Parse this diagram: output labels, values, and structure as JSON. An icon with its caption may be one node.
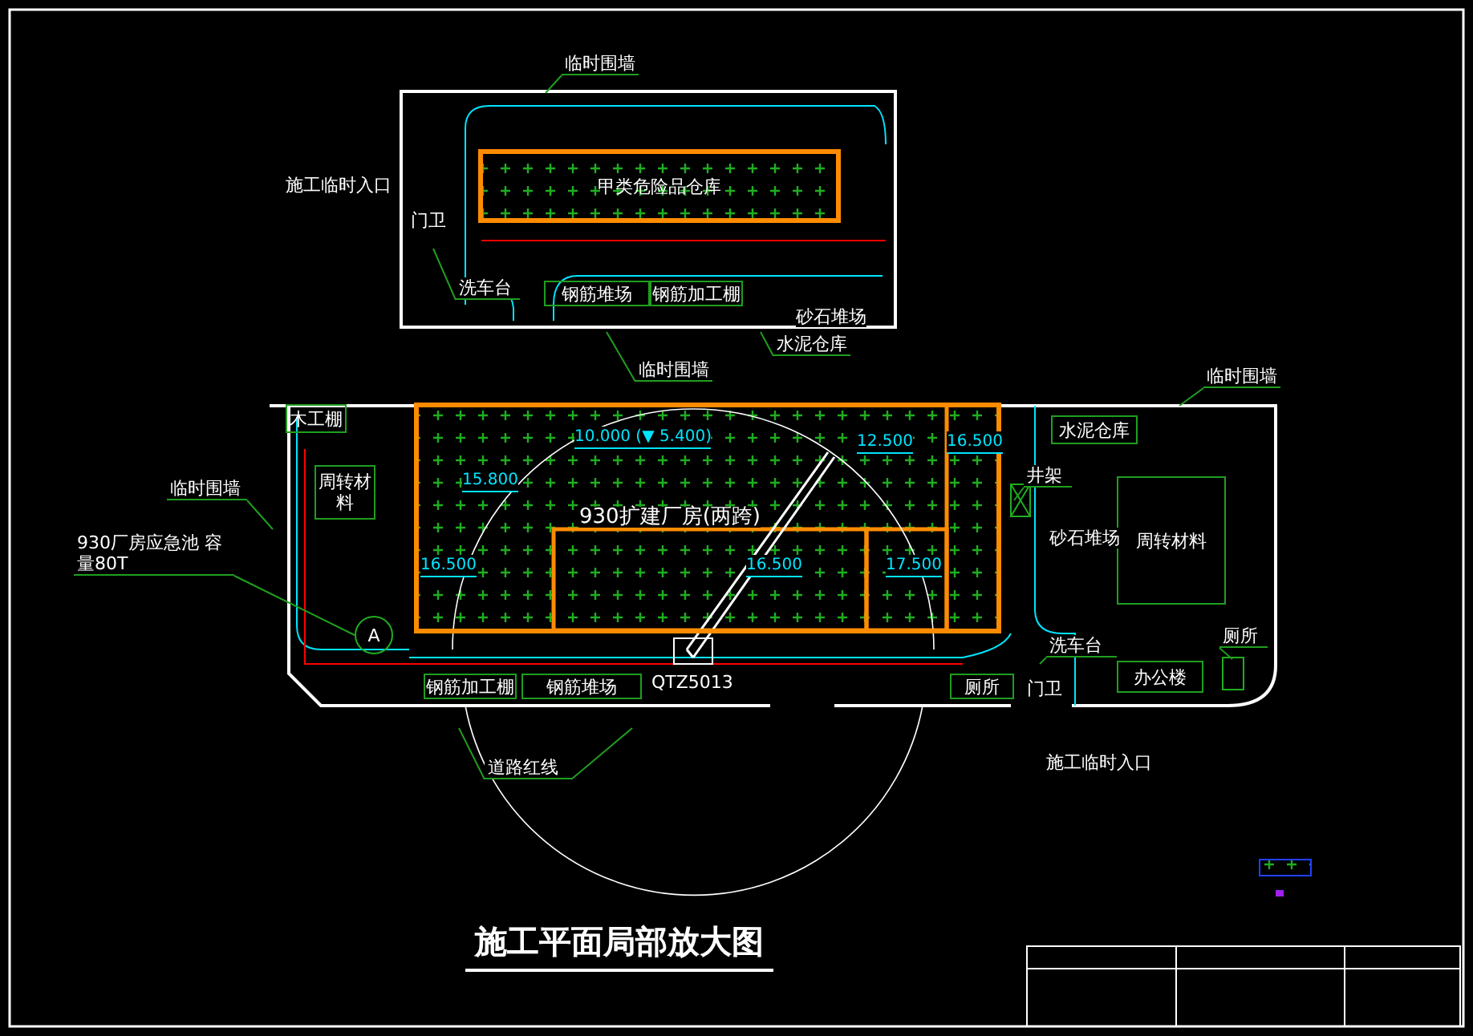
{
  "diagram": {
    "title": "施工平面局部放大图",
    "nodes": [
      {
        "text": [
          "甲类危险品仓库"
        ]
      },
      {
        "text": [
          "钢筋堆场"
        ]
      },
      {
        "text": [
          "钢筋加工棚"
        ]
      },
      {
        "text": [
          "木工棚"
        ]
      },
      {
        "text": [
          "周转材料"
        ]
      },
      {
        "text": [
          "930扩建厂房(两跨)"
        ]
      },
      {
        "text": [
          "钢筋加工棚"
        ]
      },
      {
        "text": [
          "钢筋堆场"
        ]
      },
      {
        "text": [
          "水泥仓库"
        ]
      },
      {
        "text": [
          "周转材料"
        ]
      },
      {
        "text": [
          "办公楼"
        ]
      },
      {
        "text": [
          "厕所"
        ]
      },
      {
        "text": [
          "临时围墙"
        ]
      },
      {
        "text": [
          "临时围墙"
        ]
      },
      {
        "text": [
          "临时围墙"
        ]
      },
      {
        "text": [
          "临时围墙"
        ]
      },
      {
        "text": [
          "水泥仓库"
        ]
      },
      {
        "text": [
          "洗车台"
        ]
      },
      {
        "text": [
          "洗车台"
        ]
      },
      {
        "text": [
          "井架"
        ]
      },
      {
        "text": [
          "厕所"
        ]
      },
      {
        "text": [
          "道路红线"
        ]
      },
      {
        "text": [
          "930厂房应急池 容量80T"
        ]
      },
      {
        "text": [
          "A"
        ]
      }
    ],
    "edges": [
      {
        "from": 12,
        "to": null,
        "arrow": "none"
      },
      {
        "from": 13,
        "to": null,
        "arrow": "none"
      },
      {
        "from": 14,
        "to": null,
        "arrow": "none"
      },
      {
        "from": 15,
        "to": null,
        "arrow": "none"
      },
      {
        "from": 16,
        "to": null,
        "arrow": "none"
      },
      {
        "from": 17,
        "to": null,
        "arrow": "none"
      },
      {
        "from": 18,
        "to": null,
        "arrow": "none"
      },
      {
        "from": 19,
        "to": null,
        "arrow": "none"
      },
      {
        "from": 20,
        "to": null,
        "arrow": "none"
      },
      {
        "from": 21,
        "to": null,
        "arrow": "none"
      },
      {
        "from": 21,
        "to": null,
        "arrow": "none"
      },
      {
        "from": 22,
        "to": 23,
        "arrow": "none"
      }
    ],
    "labels": [
      "施工临时入口",
      "门卫",
      "砂石堆场",
      "10.000 (▼ 5.400)",
      "12.500",
      "16.500",
      "15.800",
      "16.500",
      "16.500",
      "17.500",
      "砂石堆场",
      "QTZ5013",
      "门卫",
      "施工临时入口"
    ]
  }
}
